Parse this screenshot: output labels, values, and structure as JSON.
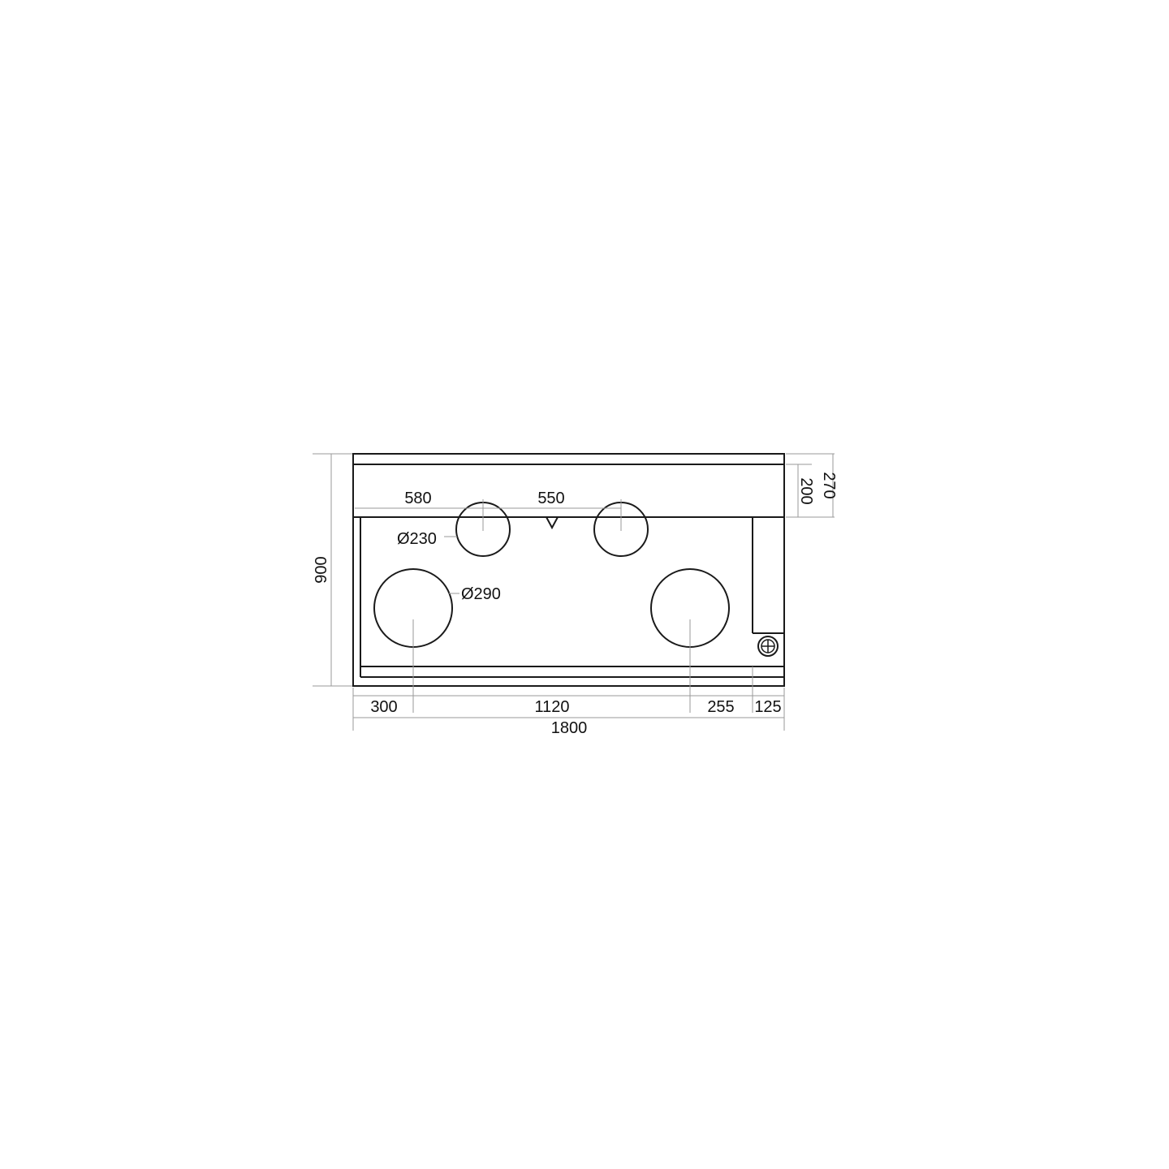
{
  "drawing": {
    "dimensions": {
      "overall_width": "1800",
      "overall_height": "900",
      "top_band_outer": "270",
      "top_band_inner": "200",
      "top_offset_left": "580",
      "top_spacing": "550",
      "small_diameter": "Ø230",
      "large_diameter": "Ø290",
      "bottom_offset_left": "300",
      "bottom_spacing": "1120",
      "bottom_offset_right": "255",
      "right_column_width": "125"
    },
    "colors": {
      "outline": "#1a1a1a",
      "dimension_line": "#9a9a9a",
      "text": "#111111",
      "background": "#ffffff"
    },
    "icons": {
      "drain_symbol": "circle-plus-icon"
    }
  }
}
